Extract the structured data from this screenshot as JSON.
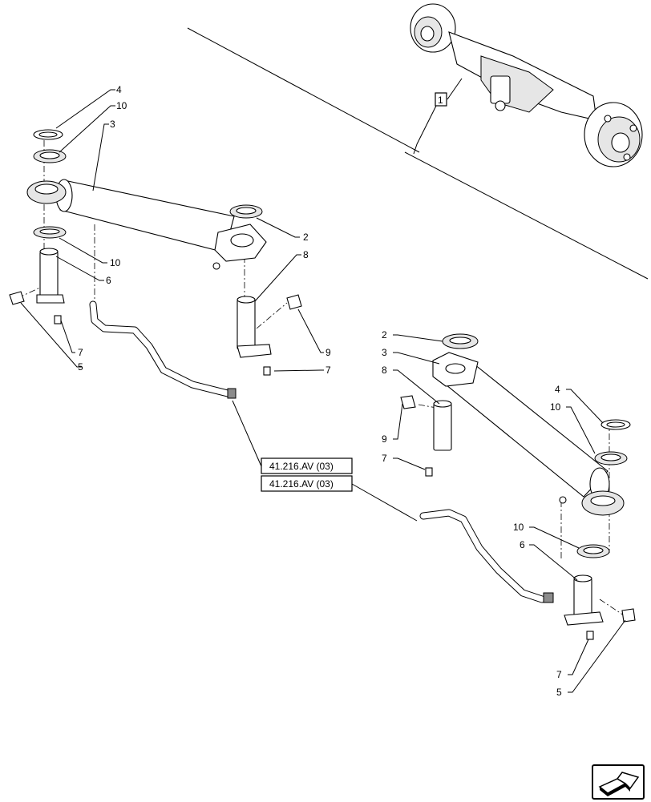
{
  "callouts": {
    "inset_ref": "1",
    "left": {
      "seal_top": "4",
      "washer_top": "10",
      "cylinder": "3",
      "end_washer": "2",
      "rod_pin": "8",
      "washer_bottom": "10",
      "pivot_pin": "6",
      "grease_fitting_rod": "9",
      "bolt_rod": "7",
      "bolt_pivot": "7",
      "grease_fitting_pivot": "5"
    },
    "right": {
      "end_washer": "2",
      "cylinder": "3",
      "rod_pin": "8",
      "grease_fitting_rod": "9",
      "bolt_rod": "7",
      "seal_top": "4",
      "washer_top": "10",
      "washer_bottom": "10",
      "pivot_pin": "6",
      "bolt_pivot": "7",
      "grease_fitting_pivot": "5"
    }
  },
  "references": {
    "hose_ref_1": "41.216.AV (03)",
    "hose_ref_2": "41.216.AV (03)"
  },
  "navigation": {
    "icon": "next-page-arrow-icon"
  }
}
